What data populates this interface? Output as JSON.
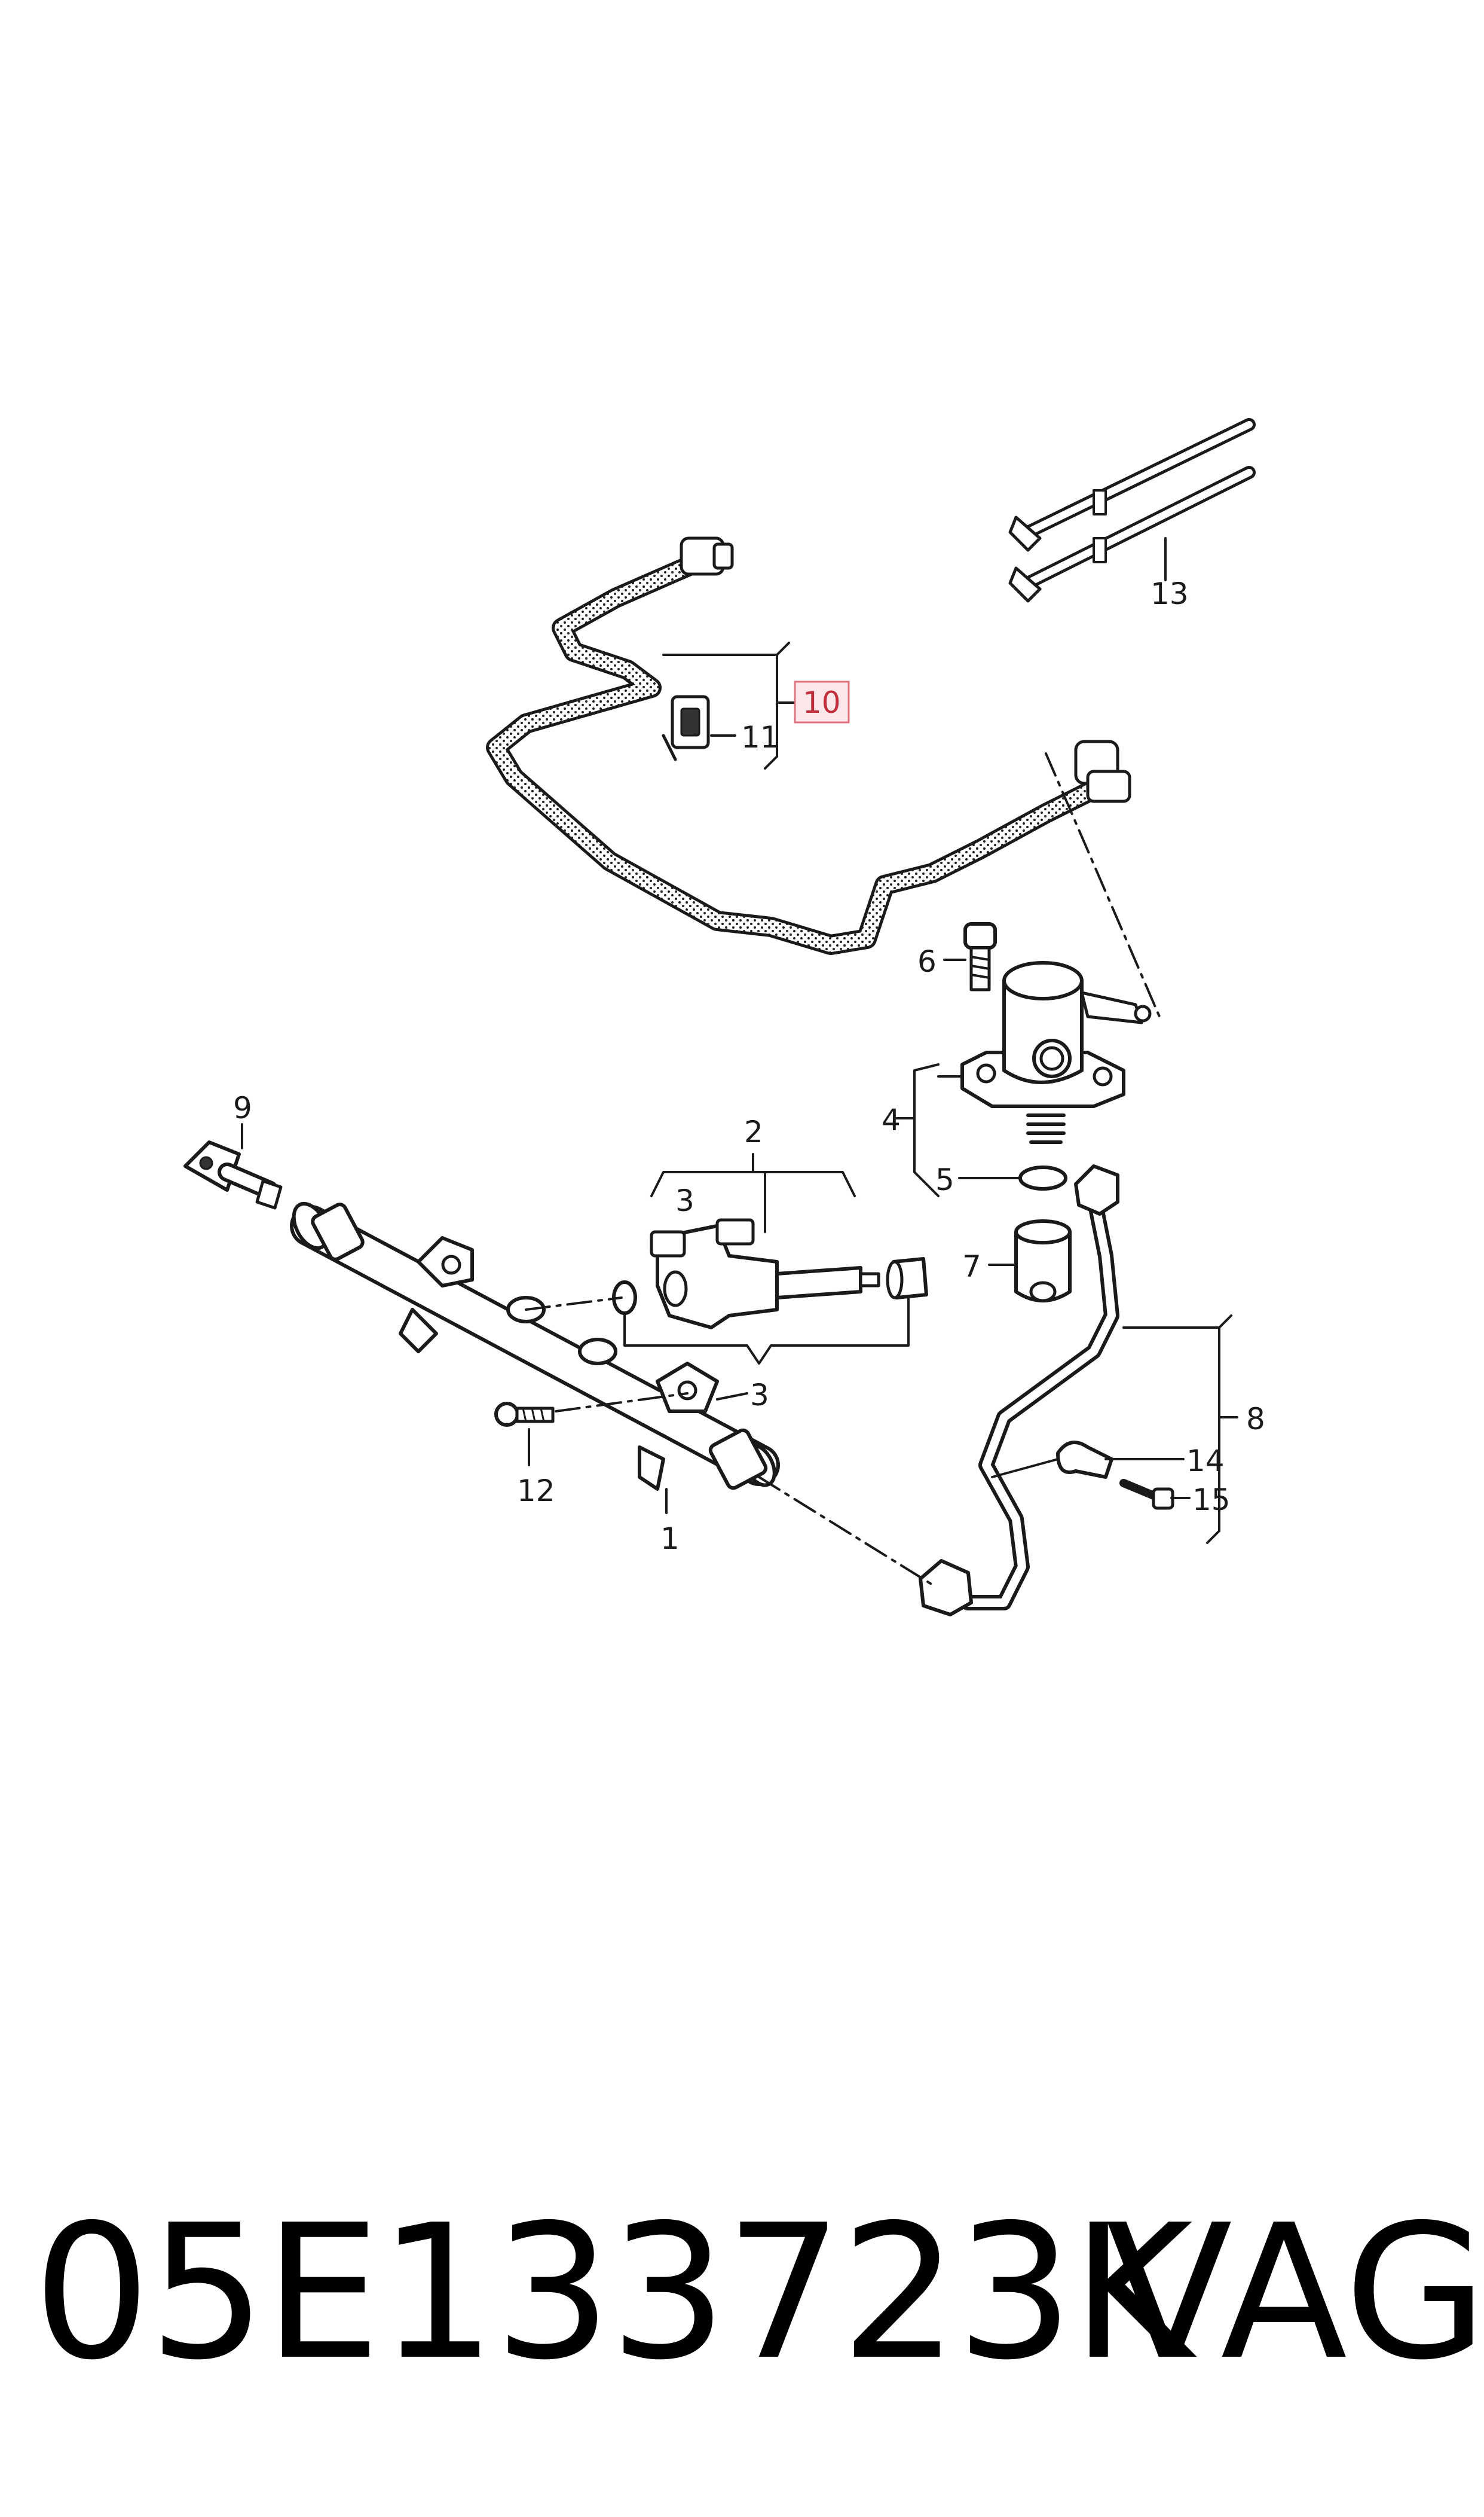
{
  "diagram": {
    "callouts": {
      "c1": "1",
      "c2": "2",
      "c3a": "3",
      "c3b": "3",
      "c4": "4",
      "c5": "5",
      "c6": "6",
      "c7": "7",
      "c8": "8",
      "c9": "9",
      "c10": "10",
      "c11": "11",
      "c12": "12",
      "c13": "13",
      "c14": "14",
      "c15": "15"
    },
    "highlighted_callout": "10",
    "highlight_color": "#e0707c"
  },
  "footer": {
    "part_number": "05E133723K",
    "brand": "VAG"
  }
}
